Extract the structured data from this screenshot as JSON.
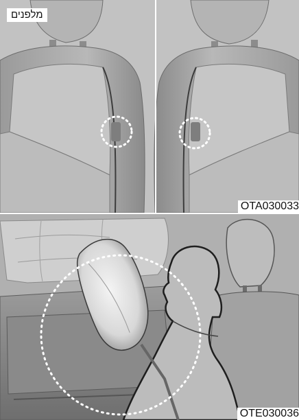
{
  "top_panel": {
    "label": "מלפנים",
    "code": "OTA030033"
  },
  "bottom_panel": {
    "code": "OTE030036"
  },
  "colors": {
    "seat_fill": "#a6a6a6",
    "seat_dark": "#8e8e8e",
    "seat_light": "#cfcfcf",
    "outline": "#2a2a2a",
    "dotted_ring": "#ffffff"
  },
  "icons": [
    "side-airbag-location-marker",
    "deployed-airbag-icon",
    "occupant-silhouette-icon"
  ]
}
